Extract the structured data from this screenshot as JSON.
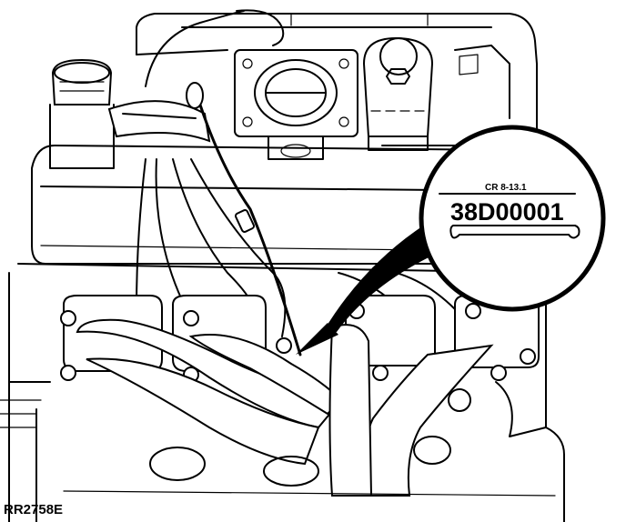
{
  "figure": {
    "reference": "RR2758E"
  },
  "callout": {
    "small_text": "CR 8-13.1",
    "serial_number": "38D00001"
  }
}
